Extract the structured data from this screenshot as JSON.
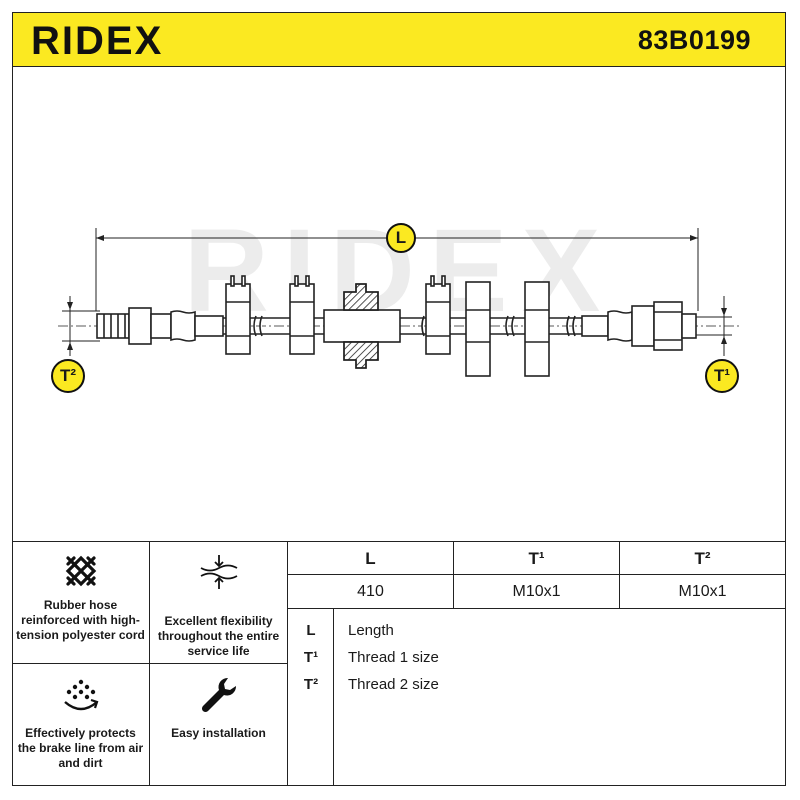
{
  "header": {
    "brand": "RIDEX",
    "part_number": "83B0199"
  },
  "drawing": {
    "dimension_label": "L",
    "thread_left_label": "T²",
    "thread_right_label": "T¹",
    "watermark": "RIDEX"
  },
  "features": [
    {
      "icon": "mesh-cord-icon",
      "label": "Rubber hose reinforced with high-tension polyester cord"
    },
    {
      "icon": "flex-arrows-icon",
      "label": "Excellent flexibility throughout the entire service life"
    },
    {
      "icon": "dust-shield-icon",
      "label": "Effectively protects the brake line from air and dirt"
    },
    {
      "icon": "wrench-icon",
      "label": "Easy installation"
    }
  ],
  "spec_table": {
    "headers": [
      "L",
      "T¹",
      "T²"
    ],
    "values": [
      "410",
      "M10x1",
      "M10x1"
    ]
  },
  "legend": [
    {
      "symbol": "L",
      "text": "Length"
    },
    {
      "symbol": "T¹",
      "text": "Thread 1 size"
    },
    {
      "symbol": "T²",
      "text": "Thread 2 size"
    }
  ],
  "colors": {
    "header_yellow": "#fbe921",
    "badge_yellow": "#fbe921",
    "line": "#222222"
  }
}
